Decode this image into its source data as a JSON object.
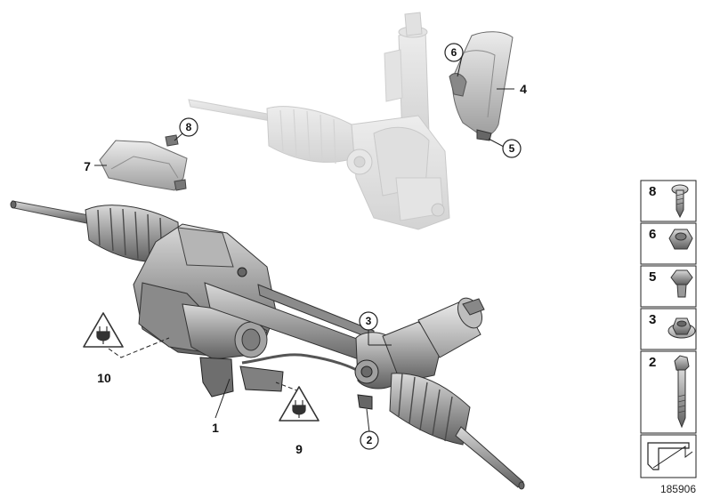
{
  "diagram": {
    "callouts": {
      "c1": "1",
      "c2": "2",
      "c3": "3",
      "c4": "4",
      "c5": "5",
      "c6": "6",
      "c7": "7",
      "c8": "8",
      "c9": "9",
      "c10": "10"
    },
    "legend": [
      {
        "number": "8",
        "part": "torx-screw-icon"
      },
      {
        "number": "6",
        "part": "hex-nut-icon"
      },
      {
        "number": "5",
        "part": "hex-bolt-icon"
      },
      {
        "number": "3",
        "part": "flange-nut-icon"
      },
      {
        "number": "2",
        "part": "long-bolt-icon"
      }
    ],
    "diagram_id": "185906",
    "colors": {
      "ghost": "#d6d6d6",
      "ghost_stroke": "#b8b8b8",
      "part_fill": "#9a9a9a",
      "part_dark": "#5a5a5a",
      "part_light": "#c8c8c8",
      "line": "#222222"
    }
  }
}
